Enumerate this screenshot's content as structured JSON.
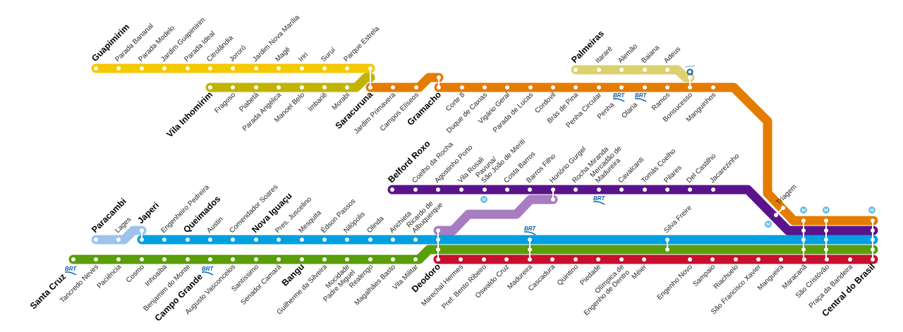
{
  "lines": [
    {
      "id": "guapimirim",
      "color": "#f5c800",
      "stations": [
        {
          "name": [
            "Guapimirim"
          ],
          "terminal": true
        },
        {
          "name": [
            "Parada Bananal"
          ]
        },
        {
          "name": [
            "Parada Modelo"
          ]
        },
        {
          "name": [
            "Jardim Guapimirim"
          ]
        },
        {
          "name": [
            "Parada Ideal"
          ]
        },
        {
          "name": [
            "Citrolândia"
          ]
        },
        {
          "name": [
            "Jororó"
          ]
        },
        {
          "name": [
            "Jardim Nova Marília"
          ]
        },
        {
          "name": [
            "Magé"
          ]
        },
        {
          "name": [
            "Iriri"
          ]
        },
        {
          "name": [
            "Suruí"
          ]
        },
        {
          "name": [
            "Parque Estrela"
          ]
        }
      ]
    },
    {
      "id": "vila-inhomirim",
      "color": "#c2b300",
      "stations": [
        {
          "name": [
            "Vila Inhomirim"
          ],
          "terminal": true
        },
        {
          "name": [
            "Fragoso"
          ]
        },
        {
          "name": [
            "Piabetá"
          ]
        },
        {
          "name": [
            "Parada Angélica"
          ]
        },
        {
          "name": [
            "Manoel Belo"
          ]
        },
        {
          "name": [
            "Imbariê"
          ]
        },
        {
          "name": [
            "Morabi"
          ]
        }
      ]
    },
    {
      "id": "saracuruna",
      "color": "#e47c00",
      "stations": [
        {
          "name": [
            "Saracuruna"
          ],
          "terminal": true
        },
        {
          "name": [
            "Jardim Primavera"
          ]
        },
        {
          "name": [
            "Campos Elíseos"
          ]
        },
        {
          "name": [
            "Gramacho"
          ],
          "terminal": true
        },
        {
          "name": [
            "Corte 8"
          ]
        },
        {
          "name": [
            "Duque de Caxias"
          ]
        },
        {
          "name": [
            "Vigário Geral"
          ]
        },
        {
          "name": [
            "Parada de Lucas"
          ]
        },
        {
          "name": [
            "Cordovil"
          ]
        },
        {
          "name": [
            "Brás de Pina"
          ]
        },
        {
          "name": [
            "Penha Circular"
          ]
        },
        {
          "name": [
            "Penha"
          ]
        },
        {
          "name": [
            "Olaria"
          ]
        },
        {
          "name": [
            "Ramos"
          ]
        },
        {
          "name": [
            "Bonsucesso"
          ]
        },
        {
          "name": [
            "Manguinhos"
          ]
        }
      ]
    },
    {
      "id": "palmeiras",
      "color": "#ddd16e",
      "stations": [
        {
          "name": [
            "Palmeiras"
          ],
          "terminal": true
        },
        {
          "name": [
            "Itararé"
          ]
        },
        {
          "name": [
            "Alemão"
          ]
        },
        {
          "name": [
            "Baiana"
          ]
        },
        {
          "name": [
            "Adeus"
          ]
        }
      ]
    },
    {
      "id": "belford-roxo",
      "color": "#5b138c",
      "stations": [
        {
          "name": [
            "Belford Roxo"
          ],
          "terminal": true
        },
        {
          "name": [
            "Coelho da Rocha"
          ]
        },
        {
          "name": [
            "Agostinho Porto"
          ]
        },
        {
          "name": [
            "Vila Rosali"
          ]
        },
        {
          "name": [
            "Pavuna/",
            "São João de Meriti"
          ]
        },
        {
          "name": [
            "Costa Barros"
          ]
        },
        {
          "name": [
            "Barros Filho"
          ]
        },
        {
          "name": [
            "Honório Gurgel"
          ]
        },
        {
          "name": [
            "Rocha Miranda"
          ]
        },
        {
          "name": [
            "Mercadão de",
            "Madureira"
          ]
        },
        {
          "name": [
            "Cavalcanti"
          ]
        },
        {
          "name": [
            "Tomás Coelho"
          ]
        },
        {
          "name": [
            "Pilares"
          ]
        },
        {
          "name": [
            "Del Castilho"
          ]
        },
        {
          "name": [
            "Jacarezinho"
          ]
        },
        {
          "name": [
            "Triagem"
          ]
        }
      ]
    },
    {
      "id": "paracambi",
      "color": "#9cc4ec",
      "stations": [
        {
          "name": [
            "Paracambi"
          ],
          "terminal": true
        },
        {
          "name": [
            "Lages"
          ]
        },
        {
          "name": [
            "Japeri"
          ],
          "terminal": true
        }
      ]
    },
    {
      "id": "japeri",
      "color": "#00a0e1",
      "stations": [
        {
          "name": [
            "Engenheiro Pedreira"
          ]
        },
        {
          "name": [
            "Queimados"
          ],
          "terminal": true
        },
        {
          "name": [
            "Austin"
          ]
        },
        {
          "name": [
            "Comendador Soares"
          ]
        },
        {
          "name": [
            "Nova Iguaçu"
          ],
          "terminal": true
        },
        {
          "name": [
            "Pres. Juscelino"
          ]
        },
        {
          "name": [
            "Mesquita"
          ]
        },
        {
          "name": [
            "Édson Passos"
          ]
        },
        {
          "name": [
            "Nilópolis"
          ]
        },
        {
          "name": [
            "Olinda"
          ]
        },
        {
          "name": [
            "Anchieta"
          ]
        },
        {
          "name": [
            "Ricardo de",
            "Albuquerque"
          ]
        },
        {
          "name": [
            "Silva Freire"
          ]
        }
      ]
    },
    {
      "id": "santa-cruz",
      "color": "#5a9e0a",
      "stations": [
        {
          "name": [
            "Santa Cruz"
          ],
          "terminal": true
        },
        {
          "name": [
            "Tancredo Neves"
          ]
        },
        {
          "name": [
            "Paciência"
          ]
        },
        {
          "name": [
            "Cosmo"
          ]
        },
        {
          "name": [
            "Inhoaíba"
          ]
        },
        {
          "name": [
            "Benjamim do Monte"
          ]
        },
        {
          "name": [
            "Campo Grande"
          ],
          "terminal": true
        },
        {
          "name": [
            "Augusto Vasconcelos"
          ]
        },
        {
          "name": [
            "Santíssimo"
          ]
        },
        {
          "name": [
            "Senador Camará"
          ]
        },
        {
          "name": [
            "Bangu"
          ],
          "terminal": true
        },
        {
          "name": [
            "Guilherme da Silveira"
          ]
        },
        {
          "name": [
            "Mocidade",
            "Padre Miguel"
          ]
        },
        {
          "name": [
            "Realengo"
          ]
        },
        {
          "name": [
            "Magalhães Basto"
          ]
        },
        {
          "name": [
            "Vila Militar"
          ]
        }
      ]
    },
    {
      "id": "deodoro",
      "color": "#c8102e",
      "stations": [
        {
          "name": [
            "Deodoro"
          ],
          "terminal": true
        },
        {
          "name": [
            "Marechal Hermes"
          ]
        },
        {
          "name": [
            "Pref. Bento Ribeiro"
          ]
        },
        {
          "name": [
            "Oswaldo Cruz"
          ]
        },
        {
          "name": [
            "Madureira"
          ]
        },
        {
          "name": [
            "Cascadura"
          ]
        },
        {
          "name": [
            "Quintino"
          ]
        },
        {
          "name": [
            "Piedade"
          ]
        },
        {
          "name": [
            "Olímpica de",
            "Engenho de Dentro"
          ]
        },
        {
          "name": [
            "Méier"
          ]
        },
        {
          "name": [
            "Engenho Novo"
          ]
        },
        {
          "name": [
            "Sampaio"
          ]
        },
        {
          "name": [
            "Riachuelo"
          ]
        },
        {
          "name": [
            "São Francisco Xavier"
          ]
        },
        {
          "name": [
            "Mangueira"
          ]
        },
        {
          "name": [
            "Maracanã"
          ]
        },
        {
          "name": [
            "São Cristóvão"
          ]
        },
        {
          "name": [
            "Praça da Bandeira"
          ]
        },
        {
          "name": [
            "Central do Brasil"
          ],
          "terminal": true
        }
      ]
    }
  ],
  "extra_colors": {
    "lavender": "#a77cc2"
  },
  "icons": {
    "brt_label": "BRT",
    "metro_label": "M",
    "cable_car": "cable-car-icon"
  }
}
